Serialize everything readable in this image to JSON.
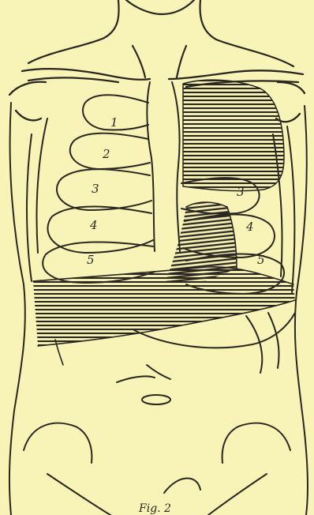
{
  "illustration": {
    "paper_color": "#f8f3b6",
    "ink_color": "#2a2620",
    "ribs_right_side_labels": [
      "1",
      "2",
      "3",
      "4",
      "5"
    ],
    "ribs_left_side_labels": [
      "3",
      "4",
      "5"
    ],
    "caption_fragment": "Fig. 2"
  }
}
